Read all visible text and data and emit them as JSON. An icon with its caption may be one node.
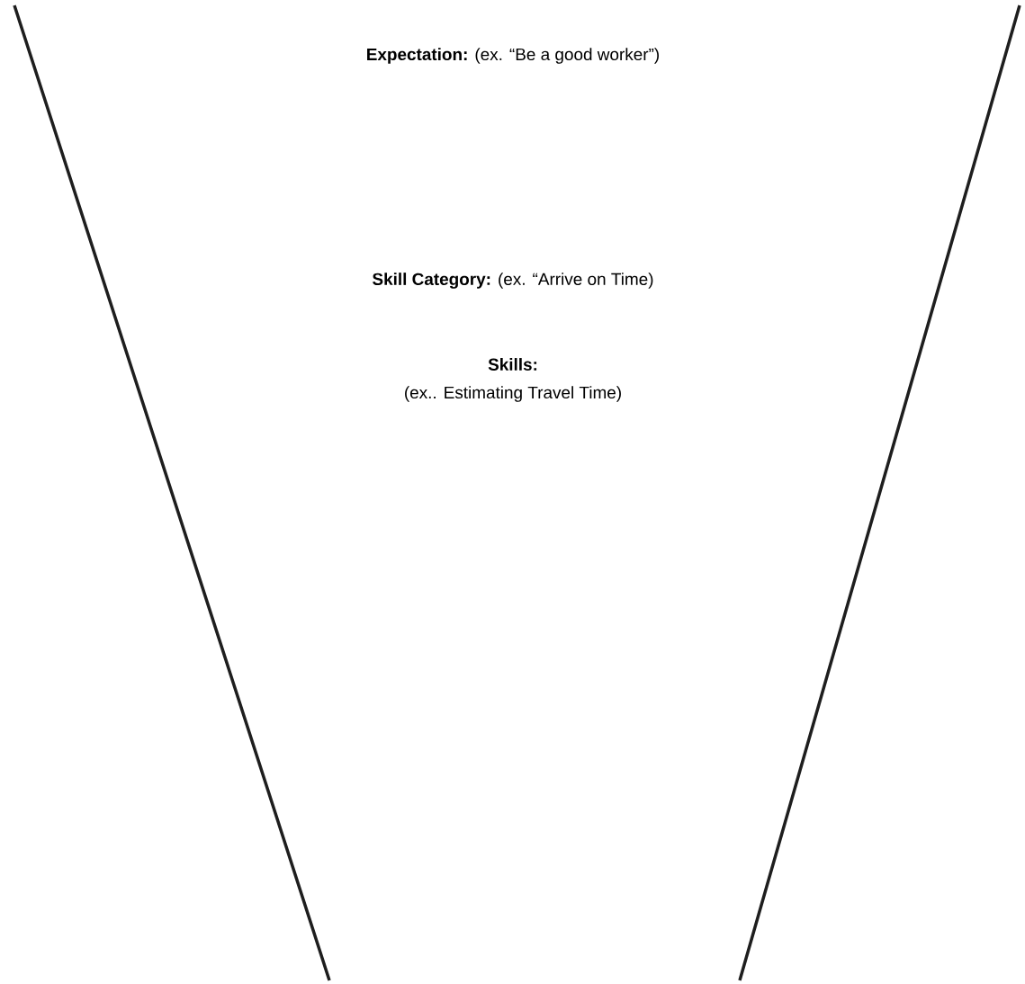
{
  "diagram": {
    "labels": [
      "**Expectation:** (ex. “Be a good worker”)",
      "**Skill Category:** (ex. “Arrive on Time)",
      "Skills:",
      "(ex.. Estimating Travel Time)"
    ]
  }
}
